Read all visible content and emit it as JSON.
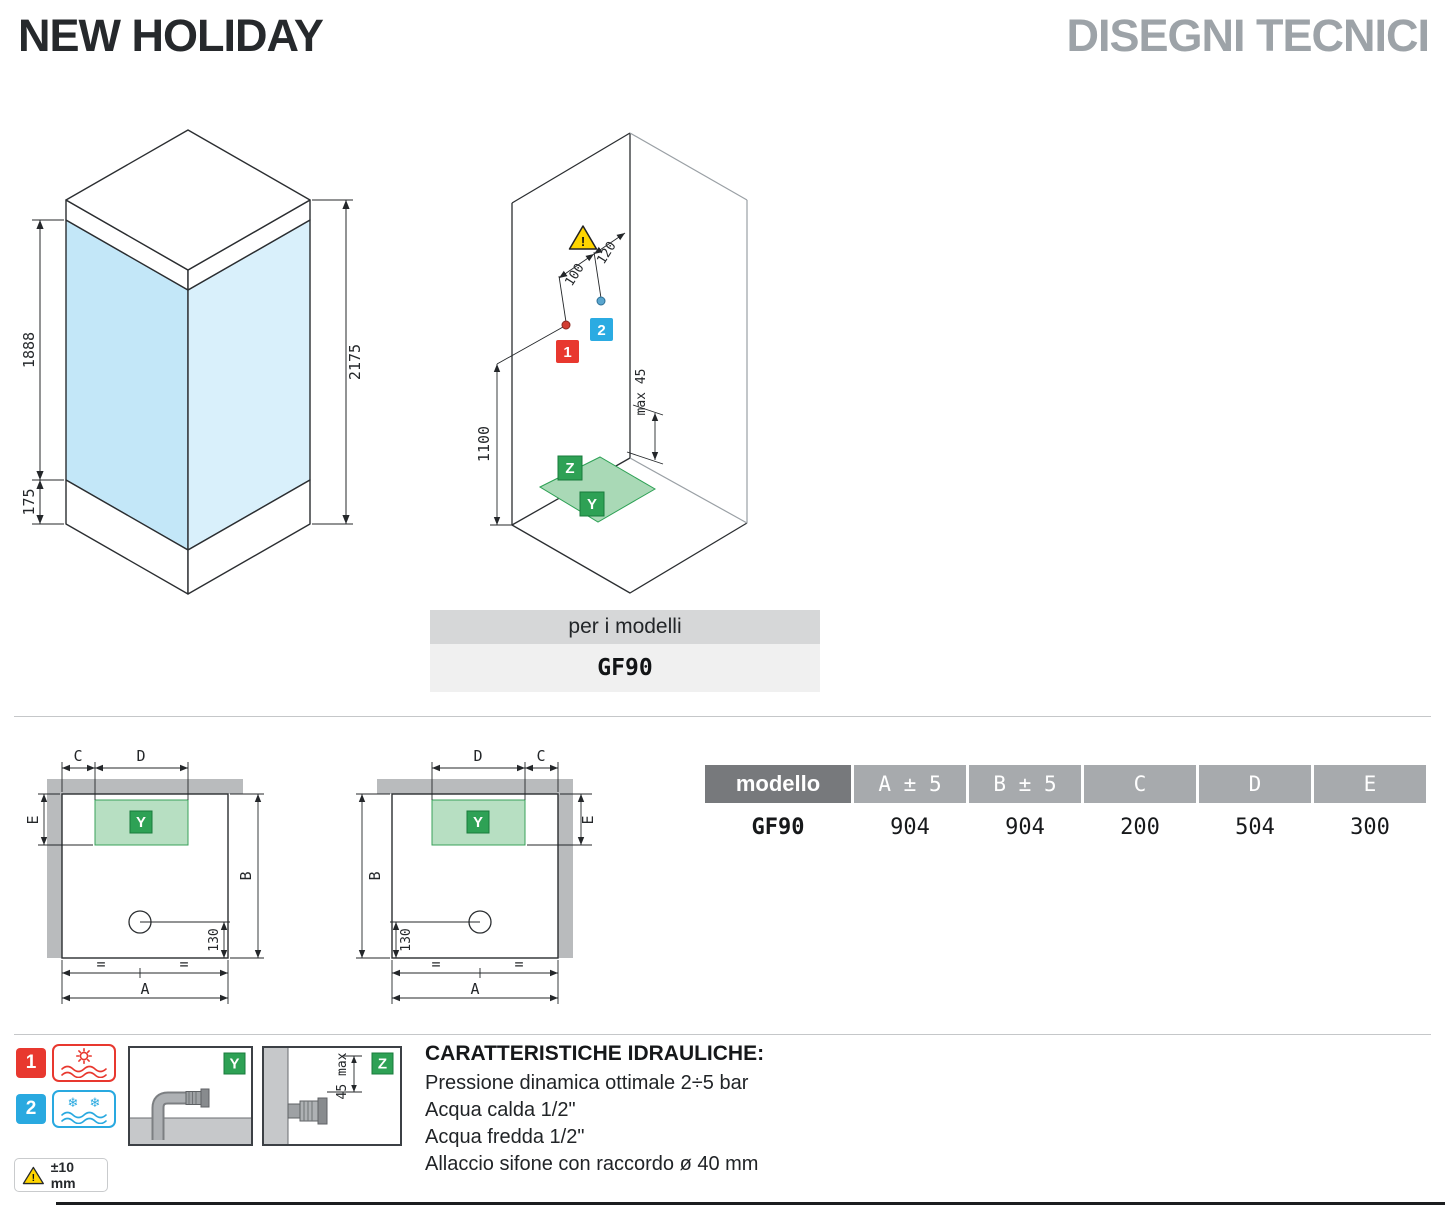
{
  "header": {
    "title": "NEW HOLIDAY",
    "subtitle": "DISEGNI TECNICI"
  },
  "iso_left": {
    "dim_glass_height": "1888",
    "dim_total_height": "2175",
    "dim_tray_height": "175"
  },
  "iso_right": {
    "dim_hot_offset": "100",
    "dim_cold_offset": "120",
    "dim_inlet_height": "1100",
    "dim_drain": "max 45",
    "hot_label": "1",
    "cold_label": "2",
    "drain_label": "Z",
    "tray_label": "Y",
    "warning_mark": "!"
  },
  "models_band": {
    "caption": "per i modelli",
    "model": "GF90"
  },
  "plan": {
    "dim_a": "A",
    "dim_b": "B",
    "dim_c": "C",
    "dim_d": "D",
    "dim_e": "E",
    "dim_130": "130",
    "equal_mark": "=",
    "tray_label": "Y"
  },
  "table": {
    "headers": [
      "modello",
      "A ± 5",
      "B ± 5",
      "C",
      "D",
      "E"
    ],
    "row": [
      "GF90",
      "904",
      "904",
      "200",
      "504",
      "300"
    ]
  },
  "legend": {
    "hot_number": "1",
    "cold_number": "2",
    "tolerance": "±10 mm",
    "warning_mark": "!",
    "snowflake": "❄",
    "floor_outlet_label": "Y",
    "wall_outlet_label": "Z",
    "wall_outlet_dim": "45 max"
  },
  "hydraulics": {
    "title": "CARATTERISTICHE IDRAULICHE:",
    "lines": [
      "Pressione dinamica ottimale 2÷5 bar",
      "Acqua calda 1/2\"",
      "Acqua fredda 1/2\"",
      "Allaccio sifone con raccordo ø 40 mm"
    ]
  },
  "colors": {
    "accent_red": "#e8382f",
    "accent_blue": "#29a9e0",
    "accent_green": "#2ea155",
    "warning_yellow": "#ffd500",
    "glass_blue": "#c3e7f8",
    "header_gray": "#9da3a8"
  }
}
